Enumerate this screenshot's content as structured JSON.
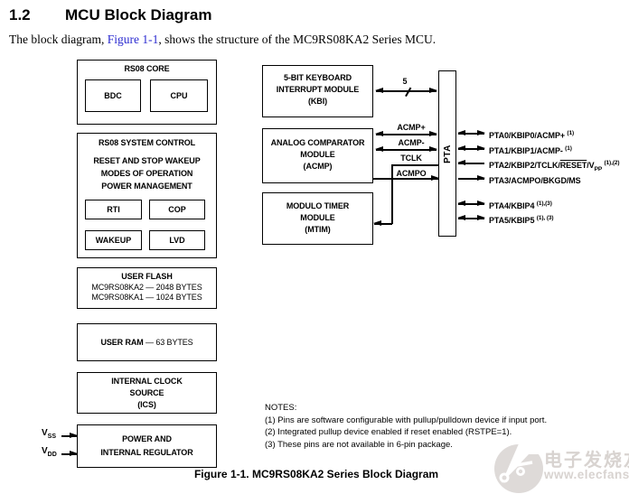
{
  "page": {
    "heading_number": "1.2",
    "heading_title": "MCU Block Diagram",
    "intro_before": "The block diagram, ",
    "intro_link": "Figure 1-1",
    "intro_after": ", shows the structure of the MC9RS08KA2 Series MCU.",
    "caption": "Figure 1-1. MC9RS08KA2 Series Block Diagram"
  },
  "diagram": {
    "core": {
      "title": "RS08 CORE",
      "bdc": "BDC",
      "cpu": "CPU"
    },
    "system_control": {
      "title": "RS08 SYSTEM CONTROL",
      "line1": "RESET AND STOP WAKEUP",
      "line2": "MODES OF OPERATION",
      "line3": "POWER MANAGEMENT",
      "rti": "RTI",
      "cop": "COP",
      "wakeup": "WAKEUP",
      "lvd": "LVD"
    },
    "user_flash": {
      "title": "USER FLASH",
      "line1": "MC9RS08KA2 — 2048 BYTES",
      "line2": "MC9RS08KA1 — 1024 BYTES"
    },
    "user_ram": {
      "title": "USER RAM",
      "detail": " — 63 BYTES"
    },
    "ics": {
      "line1": "INTERNAL CLOCK",
      "line2": "SOURCE",
      "line3": "(ICS)"
    },
    "power": {
      "line1": "POWER AND",
      "line2": "INTERNAL REGULATOR",
      "vss_base": "V",
      "vss_sub": "SS",
      "vdd_base": "V",
      "vdd_sub": "DD"
    },
    "kbi": {
      "line1": "5-BIT KEYBOARD",
      "line2": "INTERRUPT MODULE",
      "line3": "(KBI)",
      "bus_width": "5"
    },
    "acmp": {
      "line1": "ANALOG COMPARATOR",
      "line2": "MODULE",
      "line3": "(ACMP)"
    },
    "mtim": {
      "line1": "MODULO TIMER",
      "line2": "MODULE",
      "line3": "(MTIM)"
    },
    "pta_label": "PTA",
    "signals": {
      "acmp_p": "ACMP+",
      "acmp_m": "ACMP-",
      "tclk": "TCLK",
      "acmpo": "ACMPO"
    },
    "pins": [
      {
        "label": "PTA0/KBIP0/ACMP+",
        "sup": "(1)",
        "dir": "both"
      },
      {
        "label": "PTA1/KBIP1/ACMP-",
        "sup": "(1)",
        "dir": "both"
      },
      {
        "label_pre": "PTA2/KBIP2/TCLK/",
        "label_overline": "RESET",
        "label_mid": "/V",
        "label_sub": "PP",
        "sup": "(1),(2)",
        "dir": "in"
      },
      {
        "label": "PTA3/ACMPO/BKGD/MS",
        "sup": "",
        "dir": "out"
      },
      {
        "label": "PTA4/KBIP4",
        "sup": "(1),(3)",
        "dir": "both"
      },
      {
        "label": "PTA5/KBIP5",
        "sup": "(1), (3)",
        "dir": "both"
      }
    ]
  },
  "notes": {
    "title": "NOTES:",
    "items": [
      "(1) Pins are software configurable with pullup/pulldown device if input port.",
      "(2) Integrated pullup device enabled if reset enabled (RSTPE=1).",
      "(3) These pins are not available in 6-pin package."
    ]
  },
  "watermark": {
    "brand": "电子发烧友",
    "url": "www.elecfans.com"
  },
  "colors": {
    "link": "#2b2bd0",
    "text": "#000000",
    "watermark": "#d8d3d0"
  }
}
